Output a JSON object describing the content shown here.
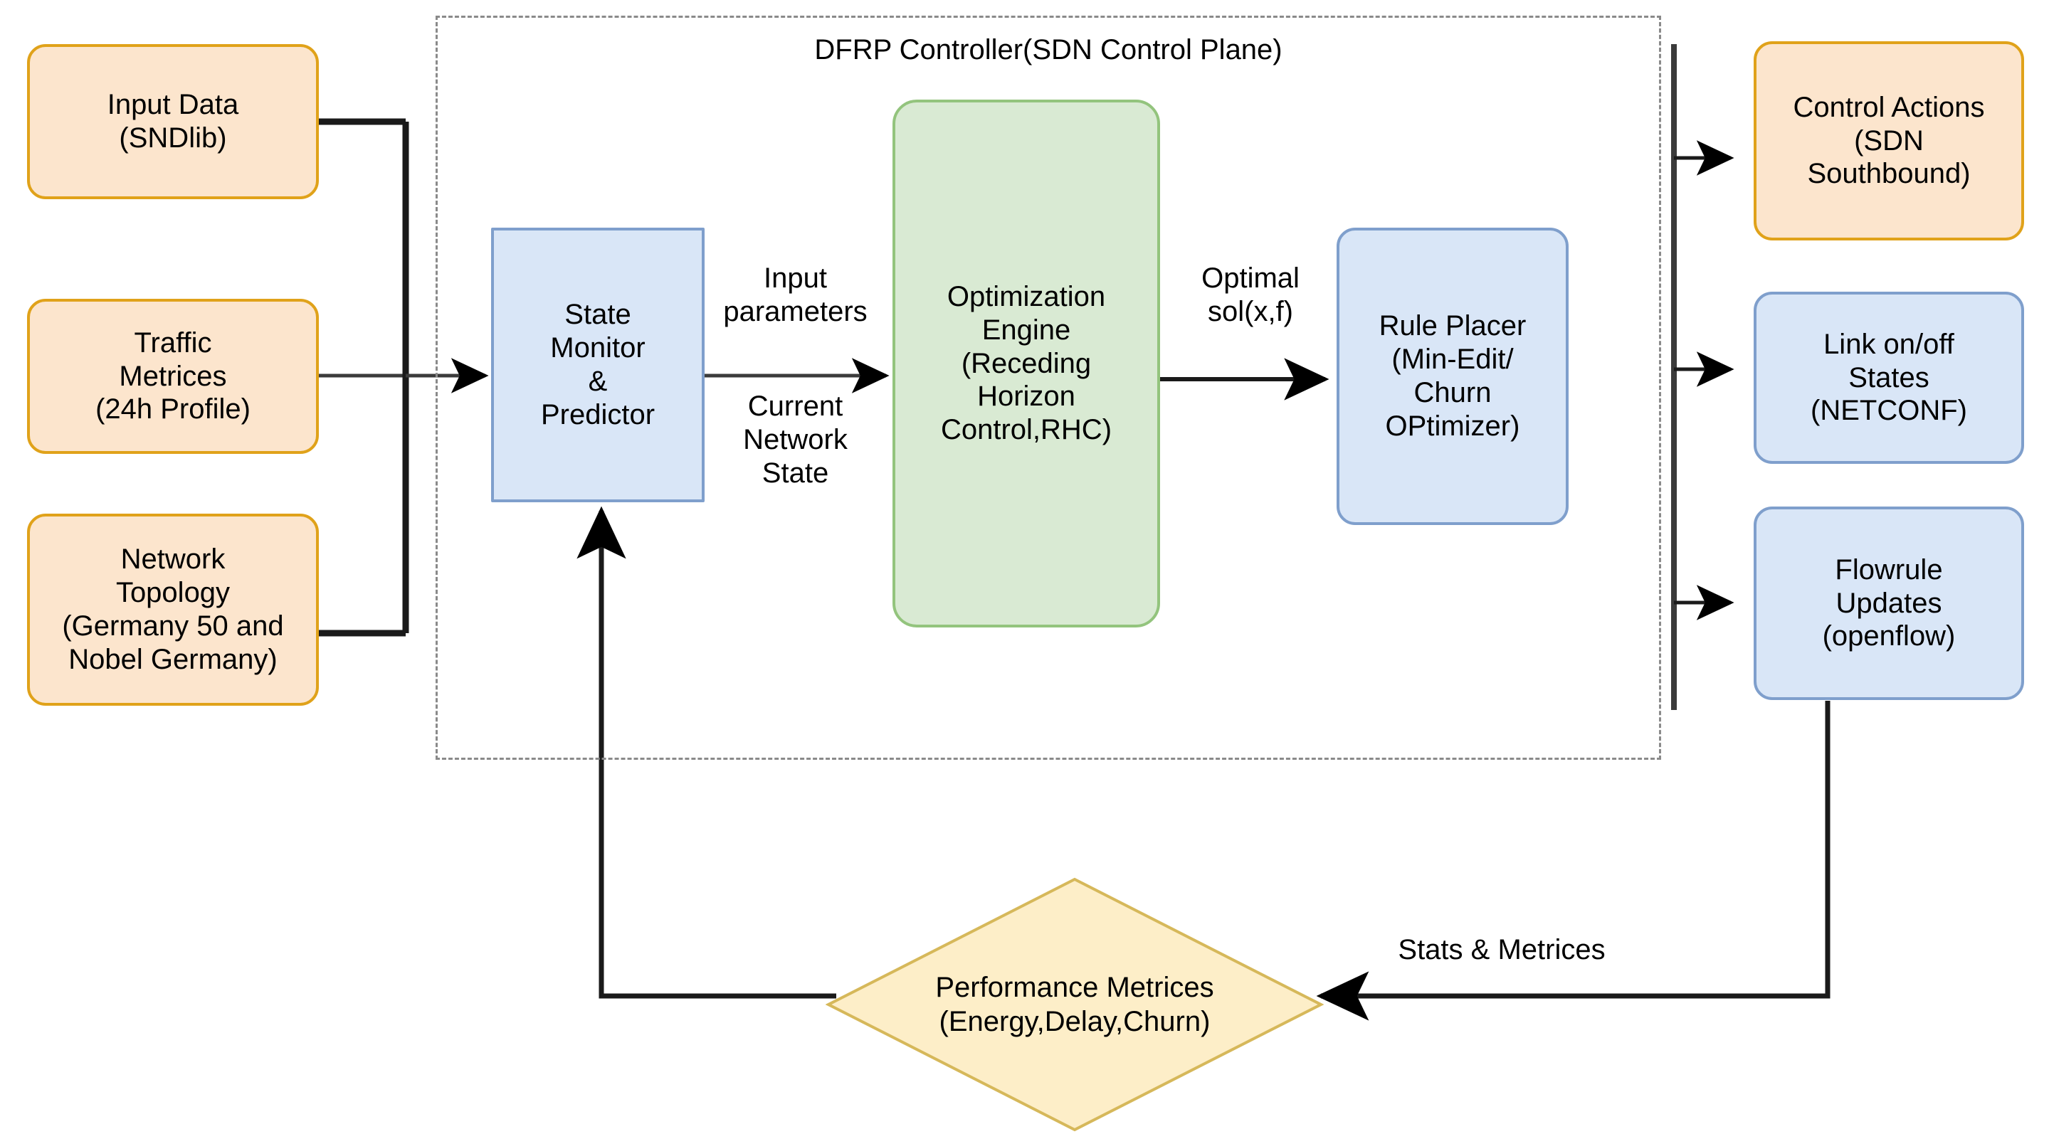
{
  "diagram": {
    "title": "DFRP Controller (SDN Control Plane) architecture",
    "controller_label": "DFRP Controller(SDN Control Plane)",
    "colors": {
      "orange_fill": "#fce5cd",
      "orange_stroke": "#e0a21a",
      "blue_fill": "#d9e6f7",
      "blue_stroke": "#7f9fcc",
      "green_fill": "#d9ead3",
      "green_stroke": "#93c47d",
      "diamond_fill": "#fdeec8",
      "diamond_stroke": "#d6b85a",
      "wire": "#3b3b3b",
      "dashed_border": "#8a8a8a"
    }
  },
  "inputs": [
    {
      "label": "Input Data\n(SNDlib)"
    },
    {
      "label": "Traffic\nMetrices\n(24h Profile)"
    },
    {
      "label": "Network\nTopology\n(Germany 50 and\nNobel Germany)"
    }
  ],
  "controller": {
    "state_monitor": {
      "label": "State\nMonitor\n&\nPredictor"
    },
    "optimization_engine": {
      "label": "Optimization\nEngine\n(Receding\nHorizon\nControl,RHC)"
    },
    "rule_placer": {
      "label": "Rule Placer\n(Min-Edit/\nChurn\nOPtimizer)"
    }
  },
  "edge_labels": {
    "input_parameters": "Input\nparameters",
    "current_network_state": "Current\nNetwork\nState",
    "optimal_solution": "Optimal\nsol(x,f)",
    "stats_metrices": "Stats & Metrices"
  },
  "outputs": [
    {
      "label": "Control Actions\n(SDN\nSouthbound)",
      "style": "orange"
    },
    {
      "label": "Link on/off\nStates\n(NETCONF)",
      "style": "blue"
    },
    {
      "label": "Flowrule\nUpdates\n(openflow)",
      "style": "blue"
    }
  ],
  "feedback": {
    "label": "Performance Metrices\n(Energy,Delay,Churn)"
  }
}
